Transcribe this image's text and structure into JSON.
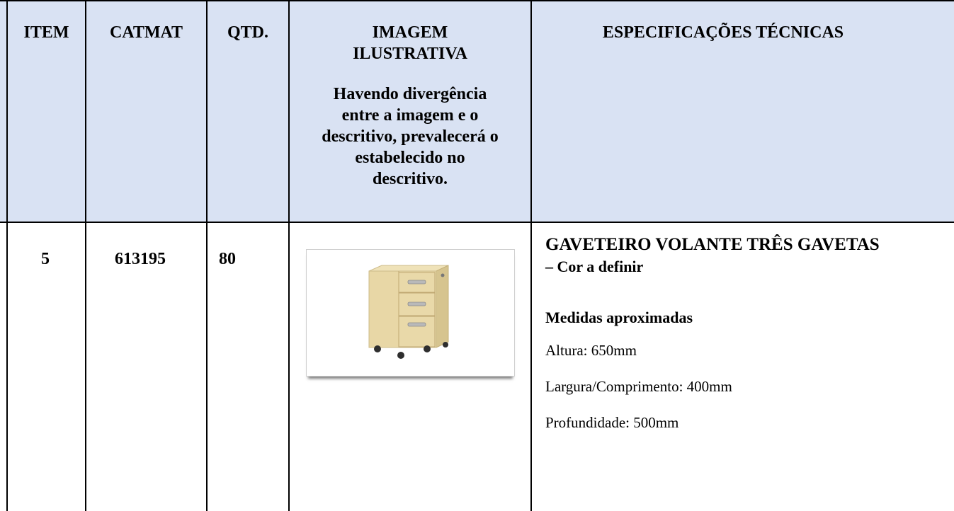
{
  "header": {
    "item": "ITEM",
    "catmat": "CATMAT",
    "qtd": "QTD.",
    "imagem_title_1": "IMAGEM",
    "imagem_title_2": "ILUSTRATIVA",
    "imagem_note_1": "Havendo divergência",
    "imagem_note_2": "entre a imagem e o",
    "imagem_note_3": "descritivo, prevalecerá o",
    "imagem_note_4": "estabelecido no",
    "imagem_note_5": "descritivo.",
    "especificacoes": "ESPECIFICAÇÕES TÉCNICAS"
  },
  "row": {
    "item": "5",
    "catmat": "613195",
    "qtd": "80",
    "image_icon": "mobile-drawer-pedestal-image",
    "spec_title": "GAVETEIRO VOLANTE TRÊS GAVETAS",
    "spec_subtitle": "– Cor a definir",
    "measures_heading": "Medidas aproximadas",
    "altura": "Altura: 650mm",
    "largura": "Largura/Comprimento: 400mm",
    "profundidade": "Profundidade: 500mm"
  },
  "colors": {
    "header_bg": "#d9e2f3",
    "border": "#000000",
    "wood": "#e6d6a8"
  }
}
